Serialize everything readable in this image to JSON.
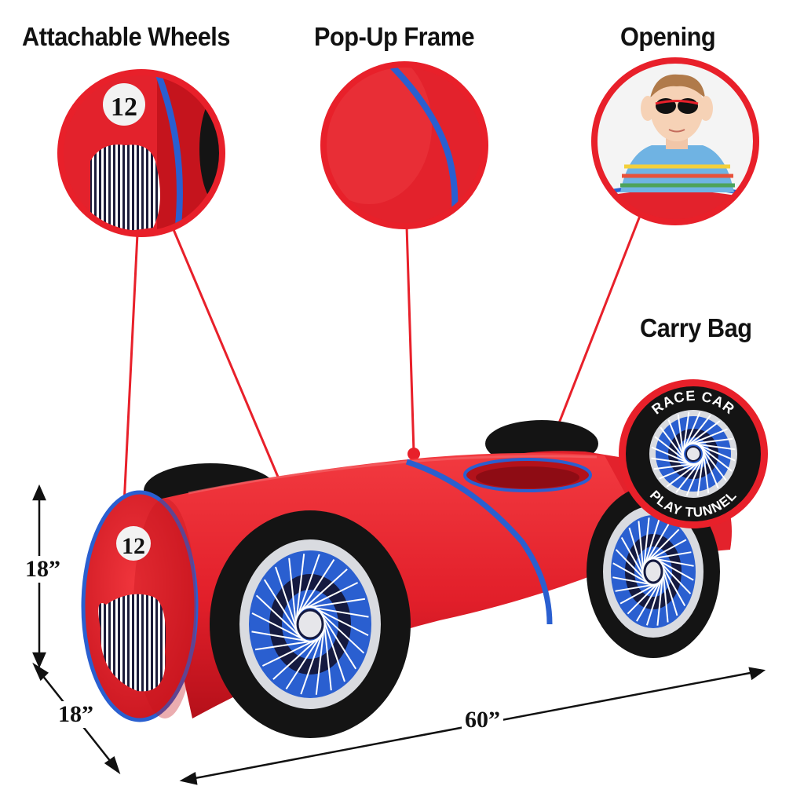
{
  "callouts": {
    "wheels": "Attachable Wheels",
    "frame": "Pop-Up Frame",
    "opening": "Opening",
    "bag": "Carry Bag"
  },
  "product": {
    "number": "12",
    "bag_text_top": "RACE CAR",
    "bag_text_bottom": "PLAY TUNNEL"
  },
  "dimensions": {
    "height": "18”",
    "depth": "18”",
    "length": "60”"
  },
  "colors": {
    "tunnel_red": "#e4202c",
    "trim_blue": "#2a5fd0",
    "callout_red": "#e8202a",
    "wheel_black": "#141414",
    "text": "#111111"
  }
}
